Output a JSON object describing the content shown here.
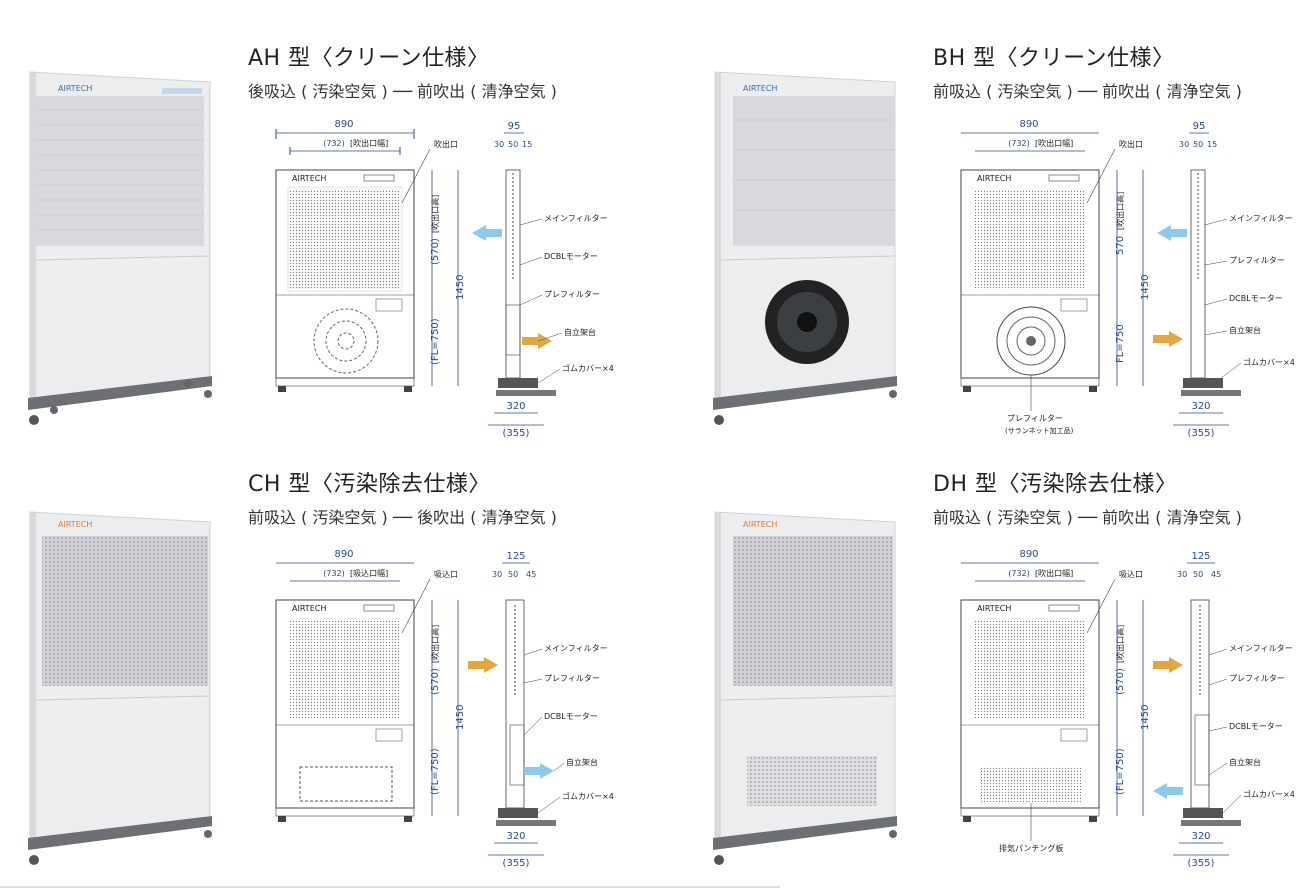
{
  "panels": [
    {
      "id": "ah",
      "title": "AH 型〈クリーン仕様〉",
      "subtitle": "後吸込 ( 汚染空気 ) ── 前吹出 ( 清浄空気 )",
      "brand": "AIRTECH",
      "dims": {
        "width": "890",
        "opening": "(732)",
        "opening_label": "[吹出口幅]",
        "depth": "95",
        "d1": "30",
        "d2": "50",
        "d3": "15",
        "h_top": "(570)",
        "h_top_label": "[吹出口高]",
        "height": "1450",
        "fl": "(FL=750)",
        "base": "320",
        "base2": "(355)"
      },
      "labels": {
        "outlet": "吹出口",
        "main_filter": "メインフィルター",
        "motor": "DCBLモーター",
        "pre_filter": "プレフィルター",
        "stand": "自立架台",
        "rubber": "ゴムカバー×4"
      }
    },
    {
      "id": "bh",
      "title": "BH 型〈クリーン仕様〉",
      "subtitle": "前吸込 ( 汚染空気 ) ── 前吹出 ( 清浄空気 )",
      "brand": "AIRTECH",
      "dims": {
        "width": "890",
        "opening": "(732)",
        "opening_label": "[吹出口幅]",
        "depth": "95",
        "d1": "30",
        "d2": "50",
        "d3": "15",
        "h_top": "570",
        "h_top_label": "[吹出口高]",
        "height": "1450",
        "fl": "FL=750",
        "base": "320",
        "base2": "(355)"
      },
      "labels": {
        "outlet": "吹出口",
        "main_filter": "メインフィルター",
        "pre_filter": "プレフィルター",
        "motor": "DCBLモーター",
        "stand": "自立架台",
        "rubber": "ゴムカバー×4",
        "bottom_filter": "プレフィルター",
        "bottom_filter_note": "(サランネット加工品)"
      }
    },
    {
      "id": "ch",
      "title": "CH 型〈汚染除去仕様〉",
      "subtitle": "前吸込 ( 汚染空気 ) ── 後吹出 ( 清浄空気 )",
      "brand": "AIRTECH",
      "dims": {
        "width": "890",
        "opening": "(732)",
        "opening_label": "[吸込口幅]",
        "depth": "125",
        "d1": "30",
        "d2": "50",
        "d3": "45",
        "h_top": "(570)",
        "h_top_label": "[吹出口高]",
        "height": "1450",
        "fl": "(FL=750)",
        "base": "320",
        "base2": "(355)"
      },
      "labels": {
        "outlet": "吸込口",
        "main_filter": "メインフィルター",
        "pre_filter": "プレフィルター",
        "motor": "DCBLモーター",
        "stand": "自立架台",
        "rubber": "ゴムカバー×4"
      }
    },
    {
      "id": "dh",
      "title": "DH 型〈汚染除去仕様〉",
      "subtitle": "前吸込 ( 汚染空気 ) ── 前吹出 ( 清浄空気 )",
      "brand": "AIRTECH",
      "dims": {
        "width": "890",
        "opening": "(732)",
        "opening_label": "[吹出口幅]",
        "depth": "125",
        "d1": "30",
        "d2": "50",
        "d3": "45",
        "h_top": "(570)",
        "h_top_label": "[吹出口高]",
        "height": "1450",
        "fl": "(FL=750)",
        "base": "320",
        "base2": "(355)"
      },
      "labels": {
        "outlet": "吸込口",
        "main_filter": "メインフィルター",
        "pre_filter": "プレフィルター",
        "motor": "DCBLモーター",
        "stand": "自立架台",
        "rubber": "ゴムカバー×4",
        "bottom_plate": "排気パンチング板"
      }
    }
  ],
  "colors": {
    "dim_blue": "#2b4a8c",
    "arrow_blue": "#8ec9ea",
    "arrow_orange": "#e3a63c",
    "brand_orange": "#e07b39",
    "brand_blue": "#3a6fb5"
  }
}
